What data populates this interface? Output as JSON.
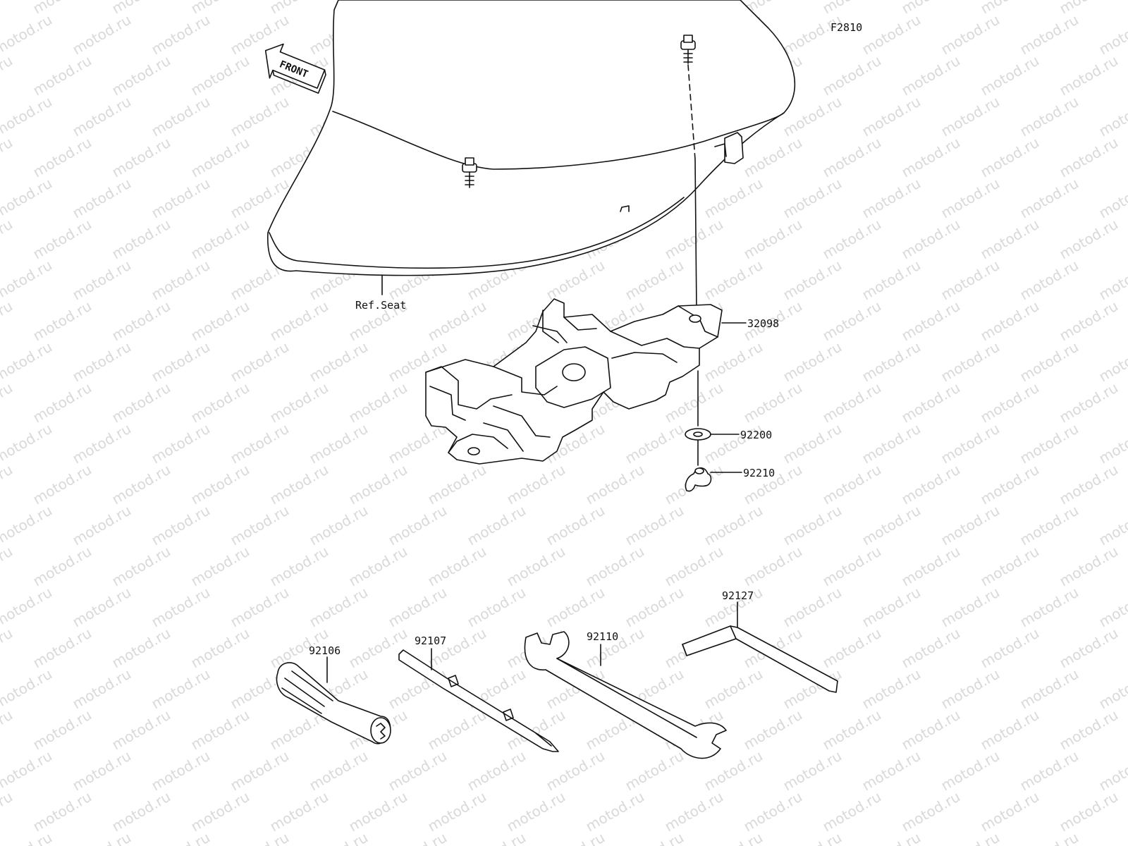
{
  "figure_code": "F2810",
  "watermark": "motod.ru",
  "front_arrow_text": "FRONT",
  "labels": {
    "ref_seat": "Ref.Seat",
    "p32098": "32098",
    "p92200": "92200",
    "p92210": "92210",
    "p92106": "92106",
    "p92107": "92107",
    "p92110": "92110",
    "p92127": "92127"
  }
}
